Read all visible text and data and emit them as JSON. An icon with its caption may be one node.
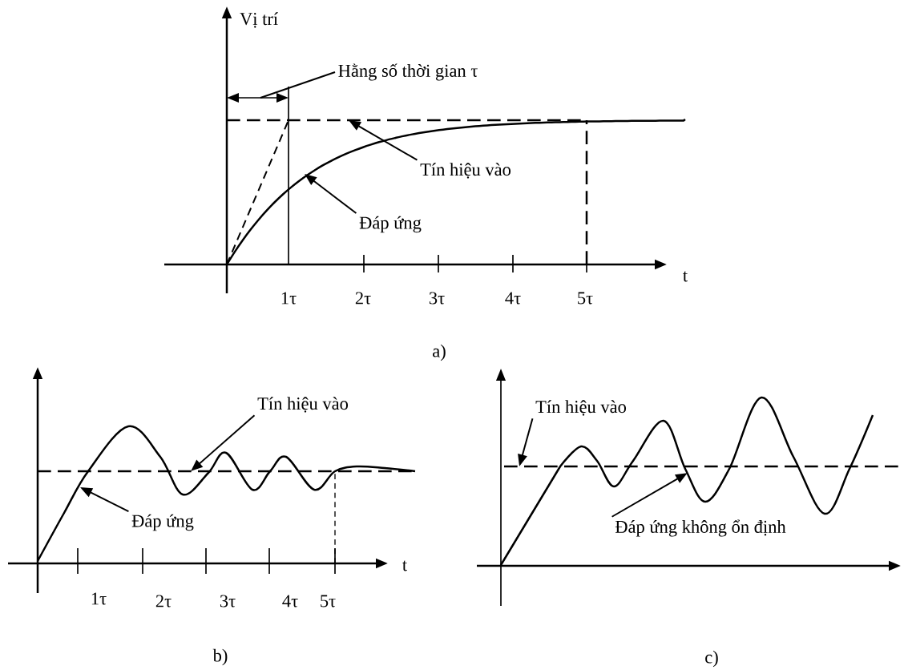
{
  "diagram": {
    "nodes": [
      {
        "text": [
          "Hằng số thời gian τ"
        ]
      },
      {
        "text": [
          "Tín hiệu vào"
        ]
      },
      {
        "text": [
          "Đáp ứng"
        ]
      },
      {
        "text": [
          "Tín hiệu vào"
        ]
      },
      {
        "text": [
          "Đáp ứng"
        ]
      },
      {
        "text": [
          "Tín hiệu vào"
        ]
      },
      {
        "text": [
          "Đáp ứng không ổn định"
        ]
      },
      {
        "text": [],
        "shape": "line"
      }
    ],
    "edges": [
      {
        "from": 0,
        "to": null,
        "arrow": "none"
      },
      {
        "from": 1,
        "to": null,
        "arrow": "to"
      },
      {
        "from": 2,
        "to": null,
        "arrow": "to"
      },
      {
        "from": 3,
        "to": 7,
        "arrow": "to"
      },
      {
        "from": 4,
        "to": null,
        "arrow": "to"
      },
      {
        "from": 5,
        "to": null,
        "arrow": "to"
      },
      {
        "from": 6,
        "to": null,
        "arrow": "to"
      }
    ],
    "labels": [
      "Vị trí",
      "t",
      "1τ",
      "2τ",
      "3τ",
      "4τ",
      "5τ",
      "a)",
      "t",
      "1τ",
      "2τ",
      "3τ",
      "4τ",
      "5τ",
      "b)",
      "c)"
    ]
  }
}
